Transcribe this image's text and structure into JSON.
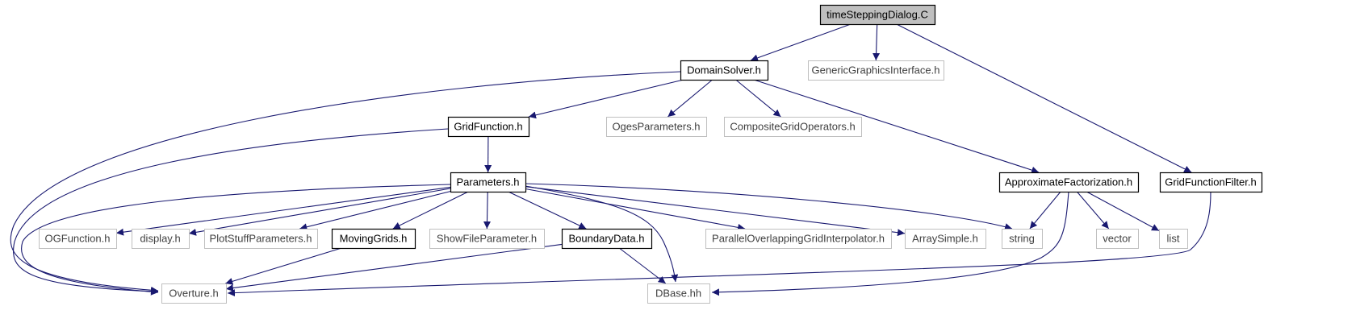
{
  "colors": {
    "edge": "#191970",
    "border_strong": "#000000",
    "border_weak": "#bfbfbf",
    "root_fill": "#bfbfbf",
    "text_strong": "#000000",
    "text_weak": "#3f3f3f"
  },
  "nodes": [
    {
      "id": "timeSteppingDialog",
      "label": "timeSteppingDialog.C",
      "kind": "root"
    },
    {
      "id": "DomainSolver",
      "label": "DomainSolver.h",
      "kind": "strong"
    },
    {
      "id": "GenericGraphicsInterface",
      "label": "GenericGraphicsInterface.h",
      "kind": "weak"
    },
    {
      "id": "GridFunction",
      "label": "GridFunction.h",
      "kind": "strong"
    },
    {
      "id": "OgesParameters",
      "label": "OgesParameters.h",
      "kind": "weak"
    },
    {
      "id": "CompositeGridOperators",
      "label": "CompositeGridOperators.h",
      "kind": "weak"
    },
    {
      "id": "Parameters",
      "label": "Parameters.h",
      "kind": "strong"
    },
    {
      "id": "ApproximateFactorization",
      "label": "ApproximateFactorization.h",
      "kind": "strong"
    },
    {
      "id": "GridFunctionFilter",
      "label": "GridFunctionFilter.h",
      "kind": "strong"
    },
    {
      "id": "OGFunction",
      "label": "OGFunction.h",
      "kind": "weak"
    },
    {
      "id": "display",
      "label": "display.h",
      "kind": "weak"
    },
    {
      "id": "PlotStuffParameters",
      "label": "PlotStuffParameters.h",
      "kind": "weak"
    },
    {
      "id": "MovingGrids",
      "label": "MovingGrids.h",
      "kind": "strong"
    },
    {
      "id": "ShowFileParameter",
      "label": "ShowFileParameter.h",
      "kind": "weak"
    },
    {
      "id": "BoundaryData",
      "label": "BoundaryData.h",
      "kind": "strong"
    },
    {
      "id": "ParallelOverlappingGridInterpolator",
      "label": "ParallelOverlappingGridInterpolator.h",
      "kind": "weak"
    },
    {
      "id": "ArraySimple",
      "label": "ArraySimple.h",
      "kind": "weak"
    },
    {
      "id": "string",
      "label": "string",
      "kind": "weak"
    },
    {
      "id": "vector",
      "label": "vector",
      "kind": "weak"
    },
    {
      "id": "list",
      "label": "list",
      "kind": "weak"
    },
    {
      "id": "Overture",
      "label": "Overture.h",
      "kind": "weak"
    },
    {
      "id": "DBase",
      "label": "DBase.hh",
      "kind": "weak"
    }
  ],
  "edges": [
    [
      "timeSteppingDialog",
      "DomainSolver"
    ],
    [
      "timeSteppingDialog",
      "GenericGraphicsInterface"
    ],
    [
      "timeSteppingDialog",
      "GridFunctionFilter"
    ],
    [
      "DomainSolver",
      "Overture"
    ],
    [
      "DomainSolver",
      "GridFunction"
    ],
    [
      "DomainSolver",
      "OgesParameters"
    ],
    [
      "DomainSolver",
      "CompositeGridOperators"
    ],
    [
      "DomainSolver",
      "ApproximateFactorization"
    ],
    [
      "GridFunction",
      "Overture"
    ],
    [
      "GridFunction",
      "Parameters"
    ],
    [
      "Parameters",
      "Overture"
    ],
    [
      "Parameters",
      "OGFunction"
    ],
    [
      "Parameters",
      "display"
    ],
    [
      "Parameters",
      "PlotStuffParameters"
    ],
    [
      "Parameters",
      "MovingGrids"
    ],
    [
      "Parameters",
      "ShowFileParameter"
    ],
    [
      "Parameters",
      "BoundaryData"
    ],
    [
      "Parameters",
      "DBase"
    ],
    [
      "Parameters",
      "ParallelOverlappingGridInterpolator"
    ],
    [
      "Parameters",
      "ArraySimple"
    ],
    [
      "Parameters",
      "string"
    ],
    [
      "MovingGrids",
      "Overture"
    ],
    [
      "BoundaryData",
      "Overture"
    ],
    [
      "BoundaryData",
      "DBase"
    ],
    [
      "ApproximateFactorization",
      "string"
    ],
    [
      "ApproximateFactorization",
      "DBase"
    ],
    [
      "ApproximateFactorization",
      "vector"
    ],
    [
      "ApproximateFactorization",
      "list"
    ],
    [
      "GridFunctionFilter",
      "Overture"
    ]
  ]
}
